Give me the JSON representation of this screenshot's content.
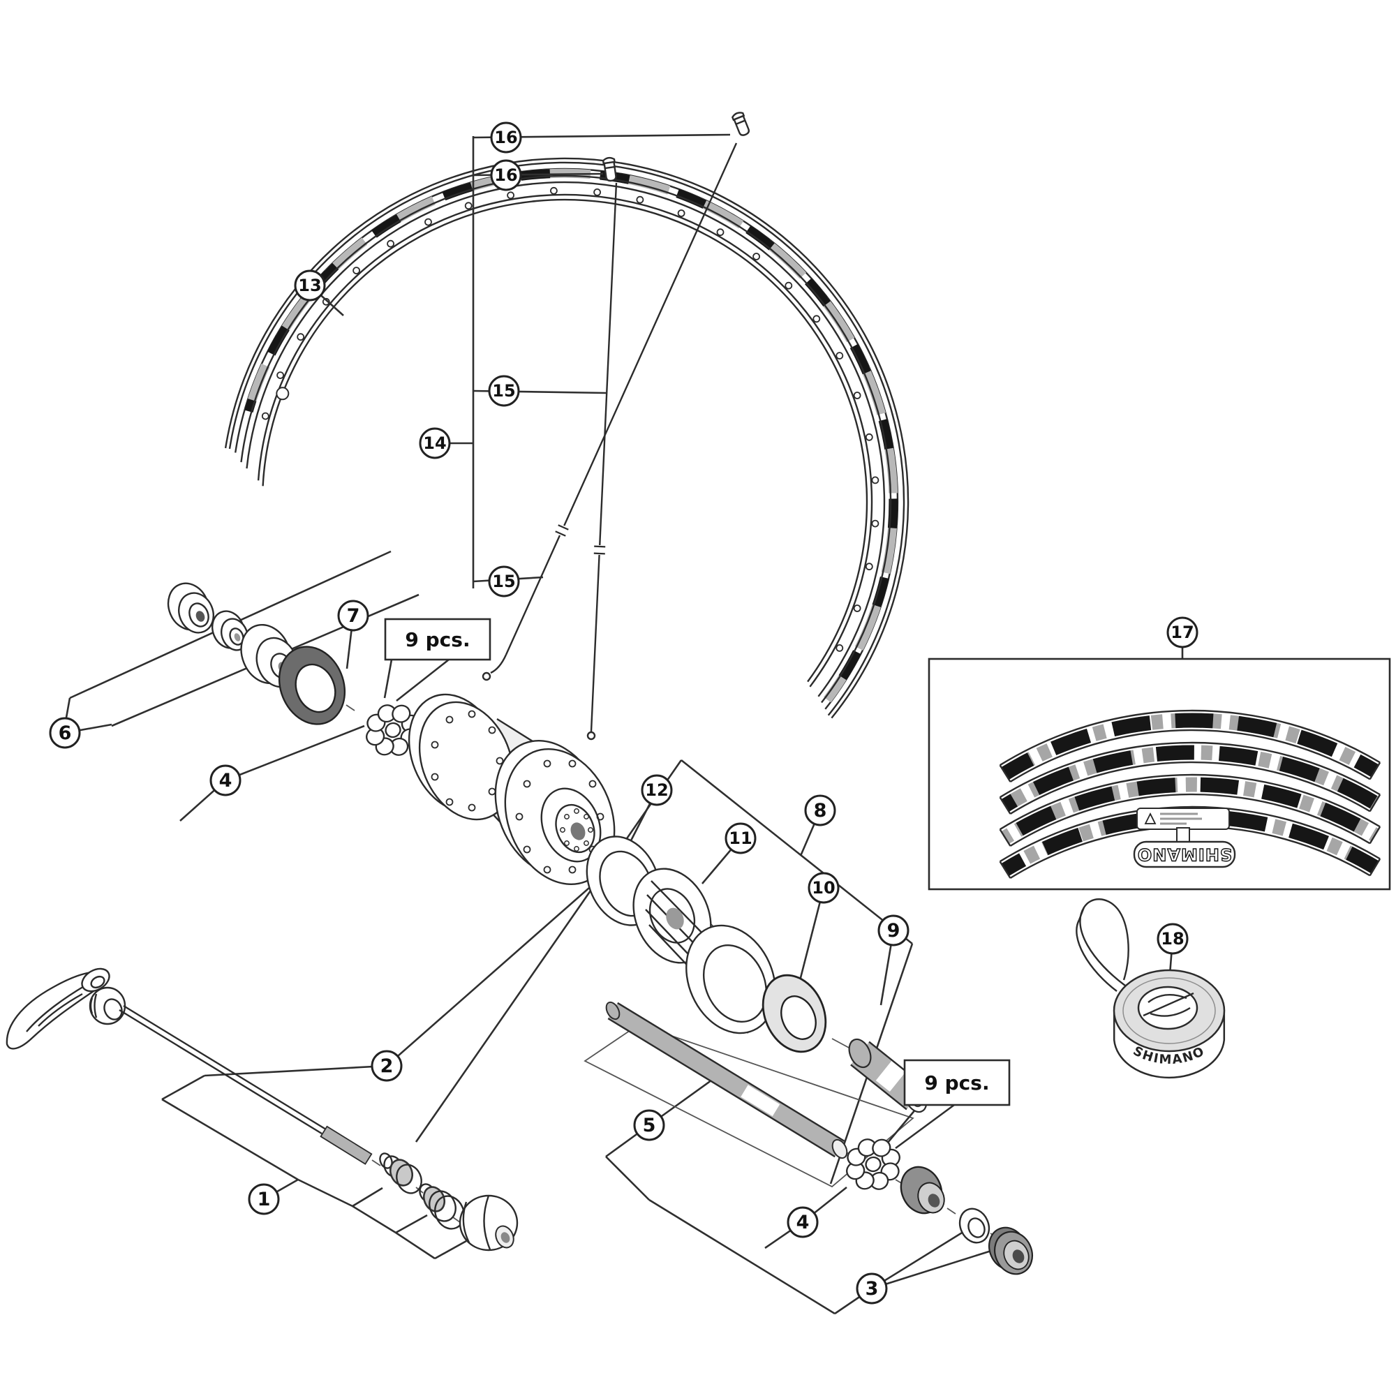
{
  "diagram": {
    "kind": "exploded parts diagram",
    "subject": "bicycle wheel and rear hub assembly"
  },
  "callouts": {
    "c1": "1",
    "c2": "2",
    "c3": "3",
    "c4": "4",
    "c5": "5",
    "c6": "6",
    "c7": "7",
    "c8": "8",
    "c9": "9",
    "c10": "10",
    "c11": "11",
    "c12": "12",
    "c13": "13",
    "c14": "14",
    "c15": "15",
    "c16": "16",
    "c17": "17",
    "c18": "18"
  },
  "annotations": {
    "retainer_quantity_front": "9 pcs.",
    "retainer_quantity_rear": "9 pcs."
  },
  "branding": {
    "rim_decal_logo": "SHIMANO",
    "rim_tape_logo": "SHIMANO"
  },
  "colors": {
    "line": "#2b2b2b",
    "metal_gray": "#b3b3b3",
    "decal_black": "#161616",
    "background": "#ffffff"
  }
}
